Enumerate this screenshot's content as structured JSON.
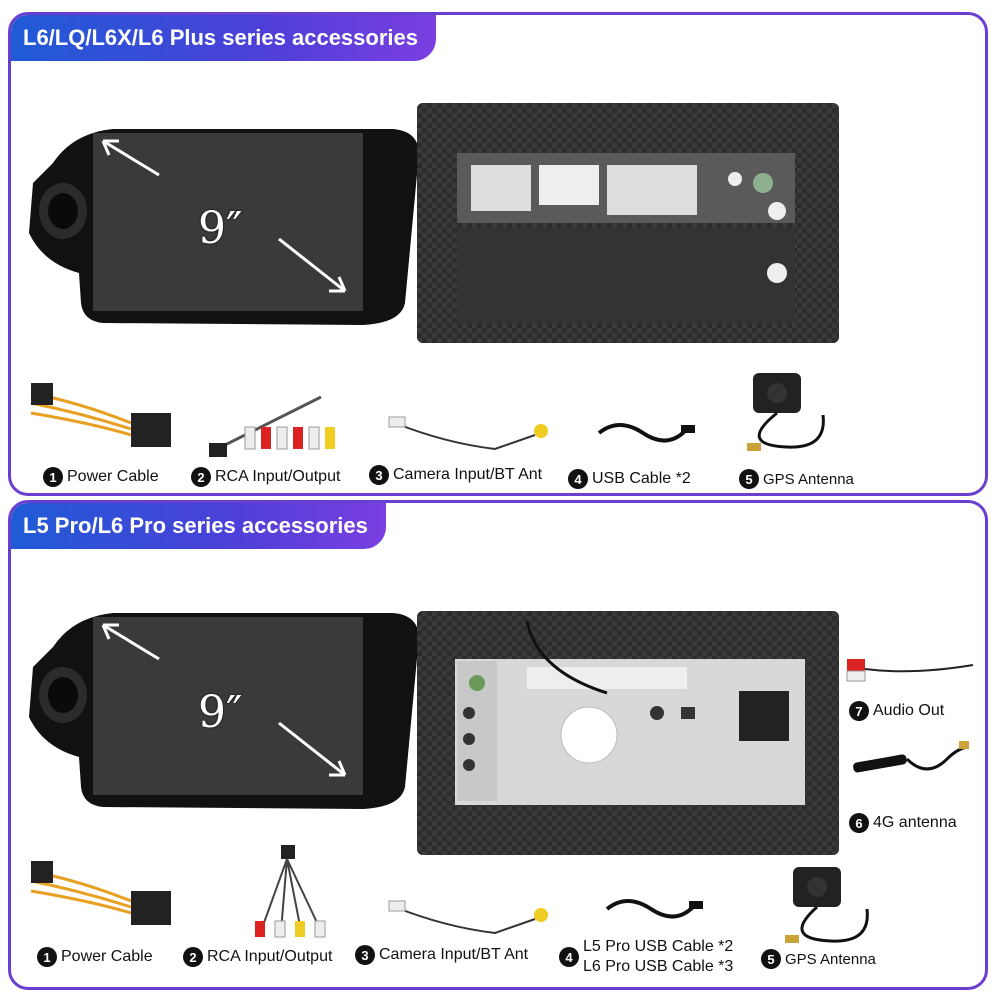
{
  "sections": [
    {
      "title": "L6/LQ/L6X/L6 Plus series accessories",
      "screen_size": "9″",
      "accessories": [
        {
          "num": "1",
          "label": "Power Cable",
          "icon": "power-cable-icon"
        },
        {
          "num": "2",
          "label": "RCA Input/Output",
          "icon": "rca-cable-icon"
        },
        {
          "num": "3",
          "label": "Camera Input/BT Ant",
          "icon": "camera-cable-icon"
        },
        {
          "num": "4",
          "label": "USB Cable *2",
          "icon": "usb-cable-icon"
        },
        {
          "num": "5",
          "label": "GPS Antenna",
          "icon": "gps-antenna-icon"
        }
      ]
    },
    {
      "title": "L5 Pro/L6 Pro series accessories",
      "screen_size": "9″",
      "side_accessories": [
        {
          "num": "7",
          "label": "Audio Out",
          "icon": "audio-out-cable-icon"
        },
        {
          "num": "6",
          "label": "4G antenna",
          "icon": "4g-antenna-icon"
        }
      ],
      "accessories": [
        {
          "num": "1",
          "label": "Power Cable",
          "icon": "power-cable-icon"
        },
        {
          "num": "2",
          "label": "RCA Input/Output",
          "icon": "rca-cable-icon"
        },
        {
          "num": "3",
          "label": "Camera Input/BT Ant",
          "icon": "camera-cable-icon"
        },
        {
          "num": "4",
          "label_line1": "L5 Pro USB Cable *2",
          "label_line2": "L6 Pro USB Cable *3",
          "icon": "usb-cable-icon"
        },
        {
          "num": "5",
          "label": "GPS Antenna",
          "icon": "gps-antenna-icon"
        }
      ]
    }
  ],
  "colors": {
    "accent": "#6a3fd0",
    "title_gradient_start": "#1f5bd6",
    "title_gradient_end": "#7b3fe0"
  }
}
